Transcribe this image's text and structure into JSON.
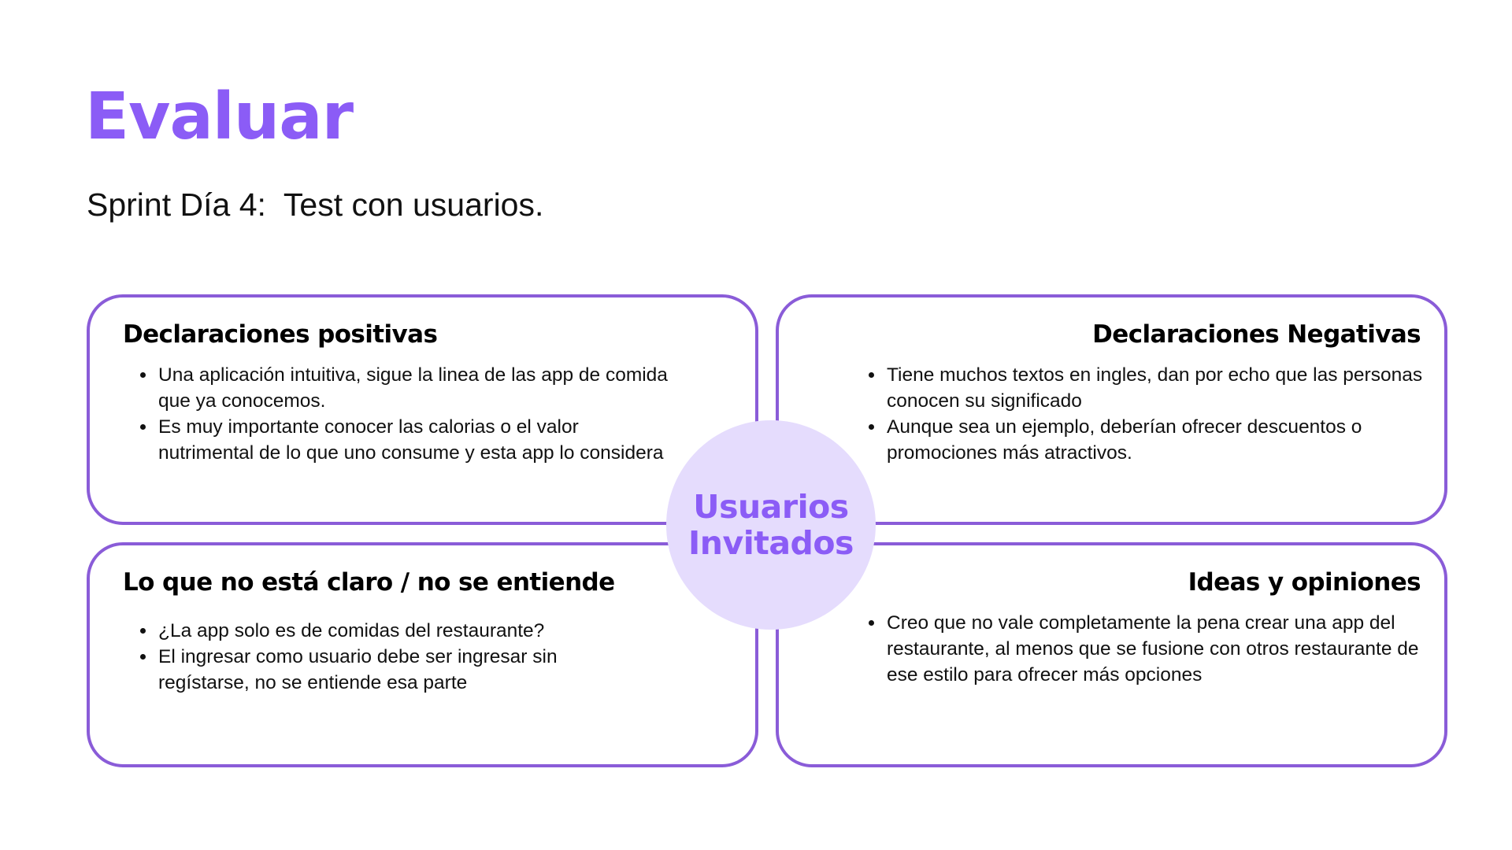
{
  "slide": {
    "title": "Evaluar",
    "subtitle": "Sprint Día 4:  Test con usuarios.",
    "accent_color": "#8b5cf6",
    "circle_color": "#e5dcfd",
    "border_color": "#8a5cd8"
  },
  "center": {
    "label": "Usuarios Invitados"
  },
  "quadrants": {
    "positive": {
      "heading": "Declaraciones positivas",
      "items": [
        "Una aplicación intuitiva, sigue la linea de las app de comida que ya conocemos.",
        "Es muy importante conocer las calorias o el valor nutrimental de lo que uno consume y esta app lo considera"
      ]
    },
    "negative": {
      "heading": "Declaraciones Negativas",
      "items": [
        "Tiene muchos textos en ingles, dan por echo que las personas conocen su significado",
        "Aunque sea un ejemplo, deberían ofrecer descuentos o promociones más atractivos."
      ]
    },
    "unclear": {
      "heading": "Lo que no está claro / no se entiende",
      "items": [
        "¿La app solo es de comidas del restaurante?",
        "El ingresar como usuario debe ser ingresar sin regístarse, no se entiende esa parte"
      ]
    },
    "ideas": {
      "heading": "Ideas y opiniones",
      "items": [
        "Creo que no vale completamente la pena crear una app del restaurante, al menos que se fusione con otros restaurante de ese estilo para ofrecer más opciones"
      ]
    }
  }
}
